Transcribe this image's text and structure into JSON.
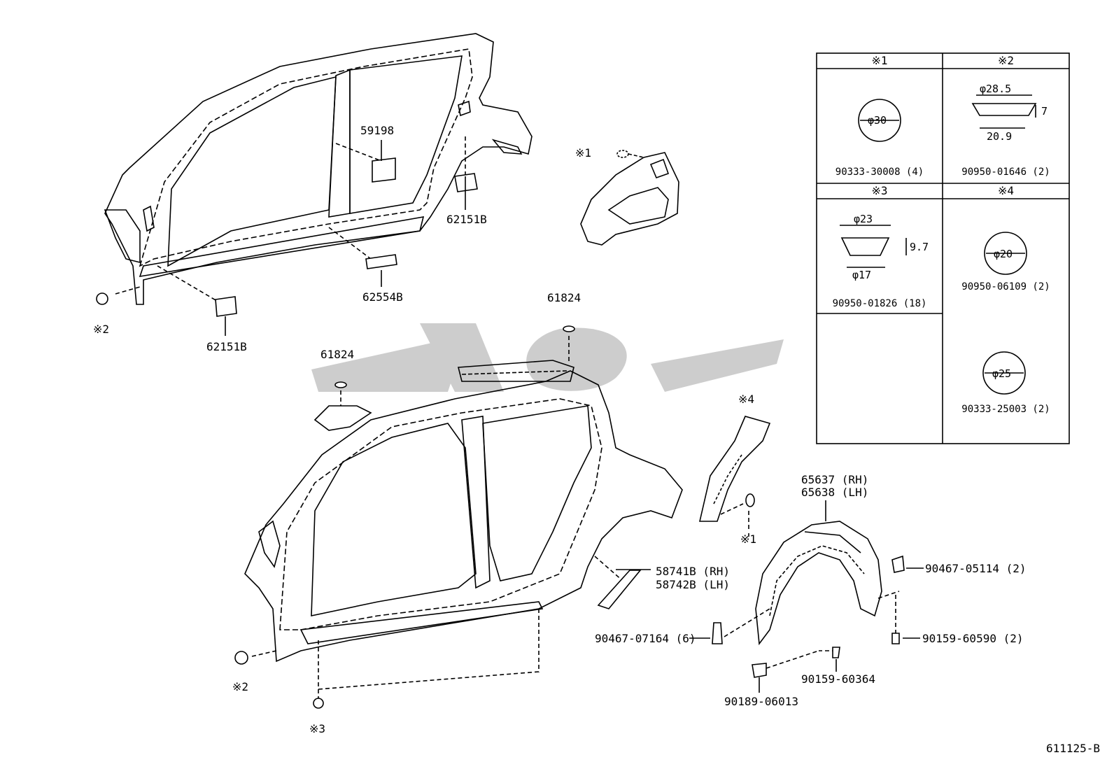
{
  "labels": {
    "p59198": "59198",
    "p62151b_top": "62151B",
    "p62151b_left": "62151B",
    "p62554b": "62554B",
    "p61824_a": "61824",
    "p61824_b": "61824",
    "ref1_top": "※1",
    "ref2_top": "※2",
    "ref2_bot": "※2",
    "ref3": "※3",
    "ref4": "※4",
    "ref1_mid": "※1",
    "p65637": "65637 (RH)",
    "p65638": "65638 (LH)",
    "p58741b": "58741B (RH)",
    "p58742b": "58742B (LH)",
    "p90467_05114": "90467-05114 (2)",
    "p90467_07164": "90467-07164 (6)",
    "p90159_60590": "90159-60590 (2)",
    "p90159_60364": "90159-60364",
    "p90189_06013": "90189-06013"
  },
  "legend": {
    "cells": [
      {
        "header": "※1",
        "part": "90333-30008 (4)",
        "dims": [
          "φ30"
        ]
      },
      {
        "header": "※2",
        "part": "90950-01646 (2)",
        "dims": [
          "φ28.5",
          "7",
          "20.9"
        ]
      },
      {
        "header": "※3",
        "part": "90950-01826 (18)",
        "dims": [
          "φ23",
          "9.7",
          "φ17"
        ]
      },
      {
        "header": "※4",
        "part": "90950-06109 (2)",
        "dims": [
          "φ20"
        ]
      },
      {
        "header": "",
        "part": "90333-25003 (2)",
        "dims": [
          "φ25"
        ]
      }
    ]
  },
  "doc_code": "611125-B",
  "colors": {
    "ink": "#000000",
    "watermark": "#c8c8c8"
  }
}
